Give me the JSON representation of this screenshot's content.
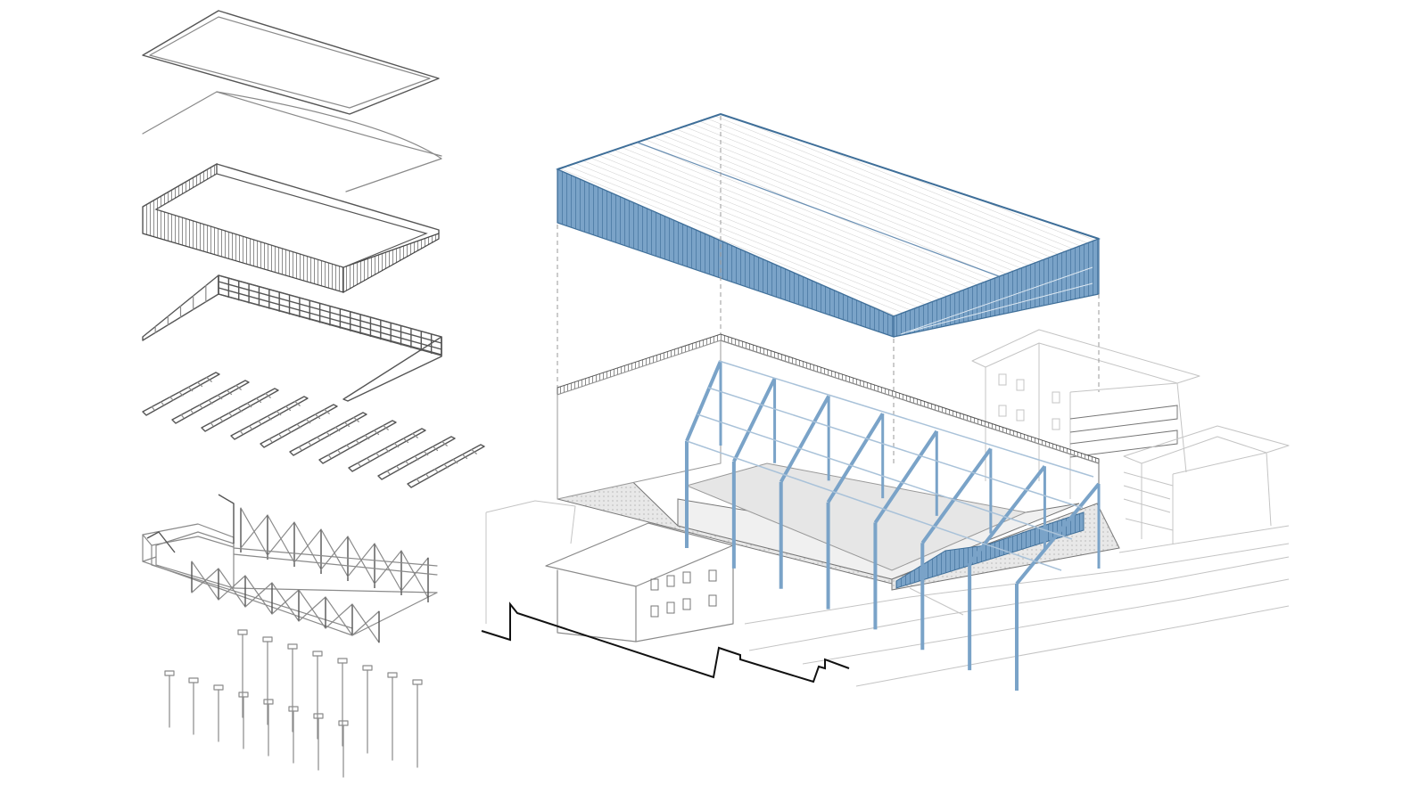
{
  "colors": {
    "background": "#ffffff",
    "line": "#8a8a8a",
    "dark_line": "#555555",
    "light_line": "#c4c4c4",
    "accent_blue": "#5f8fb8",
    "accent_blue_dark": "#3f6f99",
    "wall_hatch": "#cfcfcf",
    "terrain": "#111111",
    "floor_grey": "#e6e6e6"
  },
  "layers": [
    {
      "id": "roof-top-plate",
      "icon": "roof-plate-outline"
    },
    {
      "id": "roof-membrane",
      "icon": "curved-sheet-outline"
    },
    {
      "id": "roof-cladding-box",
      "icon": "hatched-box"
    },
    {
      "id": "facade-grid",
      "icon": "grid-frame"
    },
    {
      "id": "roof-trusses",
      "icon": "truss-row"
    },
    {
      "id": "steel-frame-and-walls",
      "icon": "frame-with-bracing"
    },
    {
      "id": "foundation-piles",
      "icon": "pile-array"
    }
  ],
  "main_axonometric": {
    "lifted_roof_icon": "blue-clad-roof-box",
    "frame_icon": "steel-portal-frames",
    "context_icon": "neighbouring-houses",
    "section_cut_icon": "terrain-section-line"
  }
}
